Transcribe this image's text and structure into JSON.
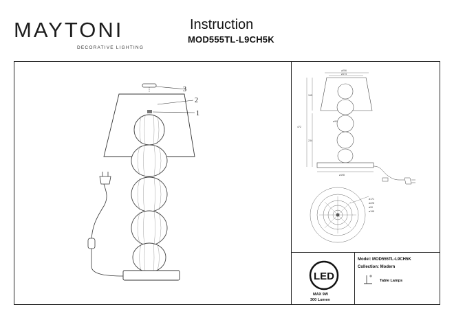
{
  "brand": {
    "name": "MAYTONI",
    "tagline": "DECORATIVE LIGHTING"
  },
  "header": {
    "title": "Instruction",
    "model": "MOD555TL-L9CH5K"
  },
  "drawing": {
    "callouts": [
      "3",
      "2",
      "1"
    ]
  },
  "dimensions": {
    "shade_top": "ø256",
    "shade_inner": "ø174",
    "globe": "ø90",
    "base": "ø198",
    "height_total": "472",
    "height_shade": "165",
    "height_body": "234",
    "bottom_1": "ø171",
    "bottom_2": "ø228",
    "bottom_3": "ø90",
    "bottom_4": "ø198"
  },
  "info": {
    "led_label": "LED",
    "max_power": "MAX 9W",
    "lumen": "300 Lumen",
    "model": "Model: MOD555TL-L9CH5K",
    "collection": "Collection: Modern",
    "lamp_type": "Table Lamps"
  },
  "icons": [
    "led-badge-icon",
    "table-lamp-icon",
    "plug-icon",
    "switch-icon"
  ]
}
